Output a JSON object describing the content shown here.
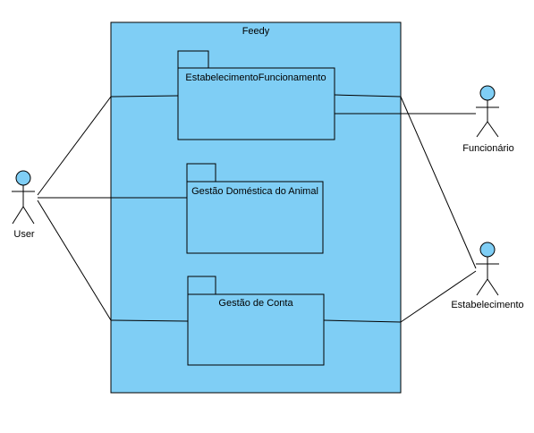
{
  "diagram": {
    "system": {
      "title": "Feedy",
      "fill": "#7fcef5"
    },
    "packages": [
      {
        "id": "pkg-estabelecimento-funcionamento",
        "label": "EstabelecimentoFuncionamento"
      },
      {
        "id": "pkg-gestao-domestica",
        "label": "Gestão Doméstica do Animal"
      },
      {
        "id": "pkg-gestao-conta",
        "label": "Gestão de Conta"
      }
    ],
    "actors": [
      {
        "id": "actor-user",
        "label": "User"
      },
      {
        "id": "actor-funcionario",
        "label": "Funcionário"
      },
      {
        "id": "actor-estabelecimento",
        "label": "Estabelecimento"
      }
    ],
    "colors": {
      "system_fill": "#7fcef5",
      "package_fill": "#7fcef5",
      "actor_head": "#7fcef5",
      "stroke": "#000000"
    }
  }
}
